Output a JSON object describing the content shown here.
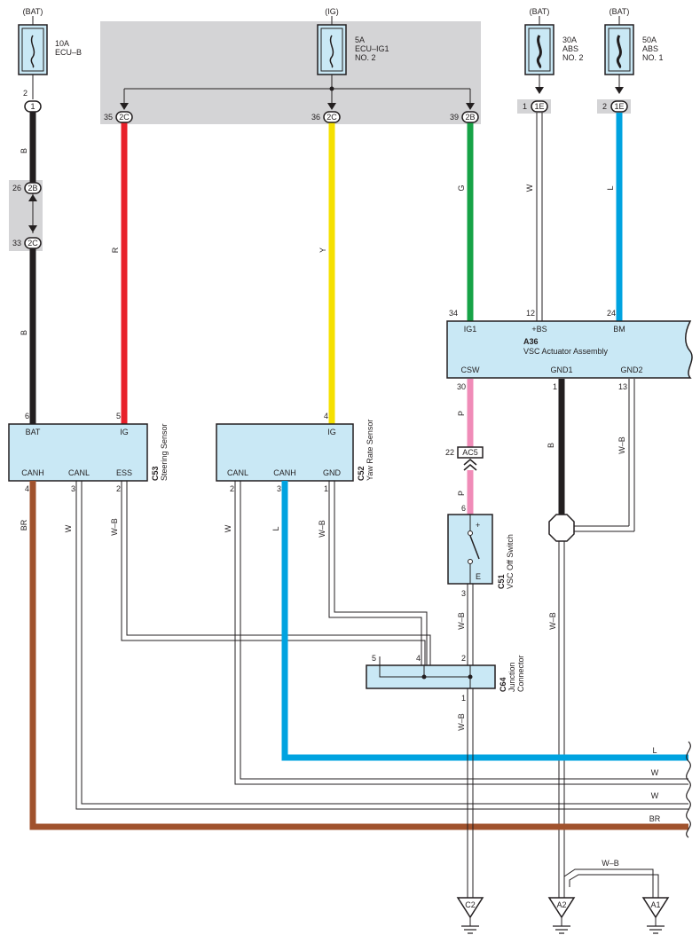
{
  "fuses": {
    "ecu_b": {
      "source": "(BAT)",
      "rating": "10A",
      "name": "ECU–B",
      "name2": ""
    },
    "ecu_ig1": {
      "source": "(IG)",
      "rating": "5A",
      "name": "ECU–IG1",
      "name2": "NO. 2"
    },
    "abs2": {
      "source": "(BAT)",
      "rating": "30A",
      "name": "ABS",
      "name2": "NO. 2"
    },
    "abs1": {
      "source": "(BAT)",
      "rating": "50A",
      "name": "ABS",
      "name2": "NO. 1"
    }
  },
  "junction_blocks": {
    "j1": {
      "pin": "2",
      "code": "1"
    },
    "j2b_top": {
      "pin": "26",
      "code": "2B"
    },
    "j2c_mid": {
      "pin": "33",
      "code": "2C"
    },
    "j_r": {
      "pin": "35",
      "code": "2C"
    },
    "j_y": {
      "pin": "36",
      "code": "2C"
    },
    "j_g": {
      "pin": "39",
      "code": "2B"
    },
    "j_w": {
      "pin": "1",
      "code": "1E"
    },
    "j_l": {
      "pin": "2",
      "code": "1E"
    }
  },
  "wire_colors": {
    "b_top": "B",
    "b_low": "B",
    "r": "R",
    "y": "Y",
    "g": "G",
    "w_abs": "W",
    "l_abs": "L",
    "p_top": "P",
    "p_low": "P",
    "b_gnd1": "B",
    "wb_gnd2": "W–B",
    "wb_gnd": "W–B",
    "br": "BR",
    "w_canl53": "W",
    "wb_ess": "W–B",
    "w_canl52": "W",
    "l_canh": "L",
    "wb_gnd52": "W–B",
    "wb_sw": "W–B",
    "wb_c64": "W–B",
    "wb_a1": "W–B",
    "bus_l": "L",
    "bus_w1": "W",
    "bus_w2": "W",
    "bus_br": "BR"
  },
  "a36": {
    "code": "A36",
    "name": "VSC Actuator Assembly",
    "pins": {
      "ig1": "IG1",
      "bs": "+BS",
      "bm": "BM",
      "csw": "CSW",
      "gnd1": "GND1",
      "gnd2": "GND2"
    },
    "pin_numbers": {
      "ig1": "34",
      "bs": "12",
      "bm": "24",
      "csw": "30",
      "gnd1": "1",
      "gnd2": "13"
    }
  },
  "c53": {
    "code": "C53",
    "name": "Steering Sensor",
    "pins": {
      "bat": "BAT",
      "ig": "IG",
      "canh": "CANH",
      "canl": "CANL",
      "ess": "ESS"
    },
    "pin_numbers": {
      "bat": "6",
      "ig": "5",
      "canh": "4",
      "canl": "3",
      "ess": "2"
    }
  },
  "c52": {
    "code": "C52",
    "name": "Yaw Rate Sensor",
    "pins": {
      "ig": "IG",
      "canl": "CANL",
      "canh": "CANH",
      "gnd": "GND"
    },
    "pin_numbers": {
      "ig": "4",
      "canl": "2",
      "canh": "3",
      "gnd": "1"
    }
  },
  "ac5": {
    "code": "AC5",
    "pin": "22"
  },
  "c51": {
    "code": "C51",
    "name": "VSC Off Switch",
    "plus": "+",
    "e": "E",
    "pin_top": "6",
    "pin_bottom": "3"
  },
  "c64": {
    "code": "C64",
    "name": "Junction",
    "name2": "Connector",
    "pins": {
      "p5": "5",
      "p4": "4",
      "p2": "2",
      "p1": "1"
    }
  },
  "grounds": {
    "c2": "C2",
    "a2": "A2",
    "a1": "A1"
  },
  "colors": {
    "wire_b": "#231f20",
    "wire_r": "#e8202a",
    "wire_y": "#f5e000",
    "wire_g": "#17a347",
    "wire_l": "#00a3e0",
    "wire_p": "#f08cb8",
    "wire_br": "#a0522d",
    "component_fill": "#c9e8f5",
    "block_fill": "#d4d4d6",
    "stroke": "#231f20"
  }
}
